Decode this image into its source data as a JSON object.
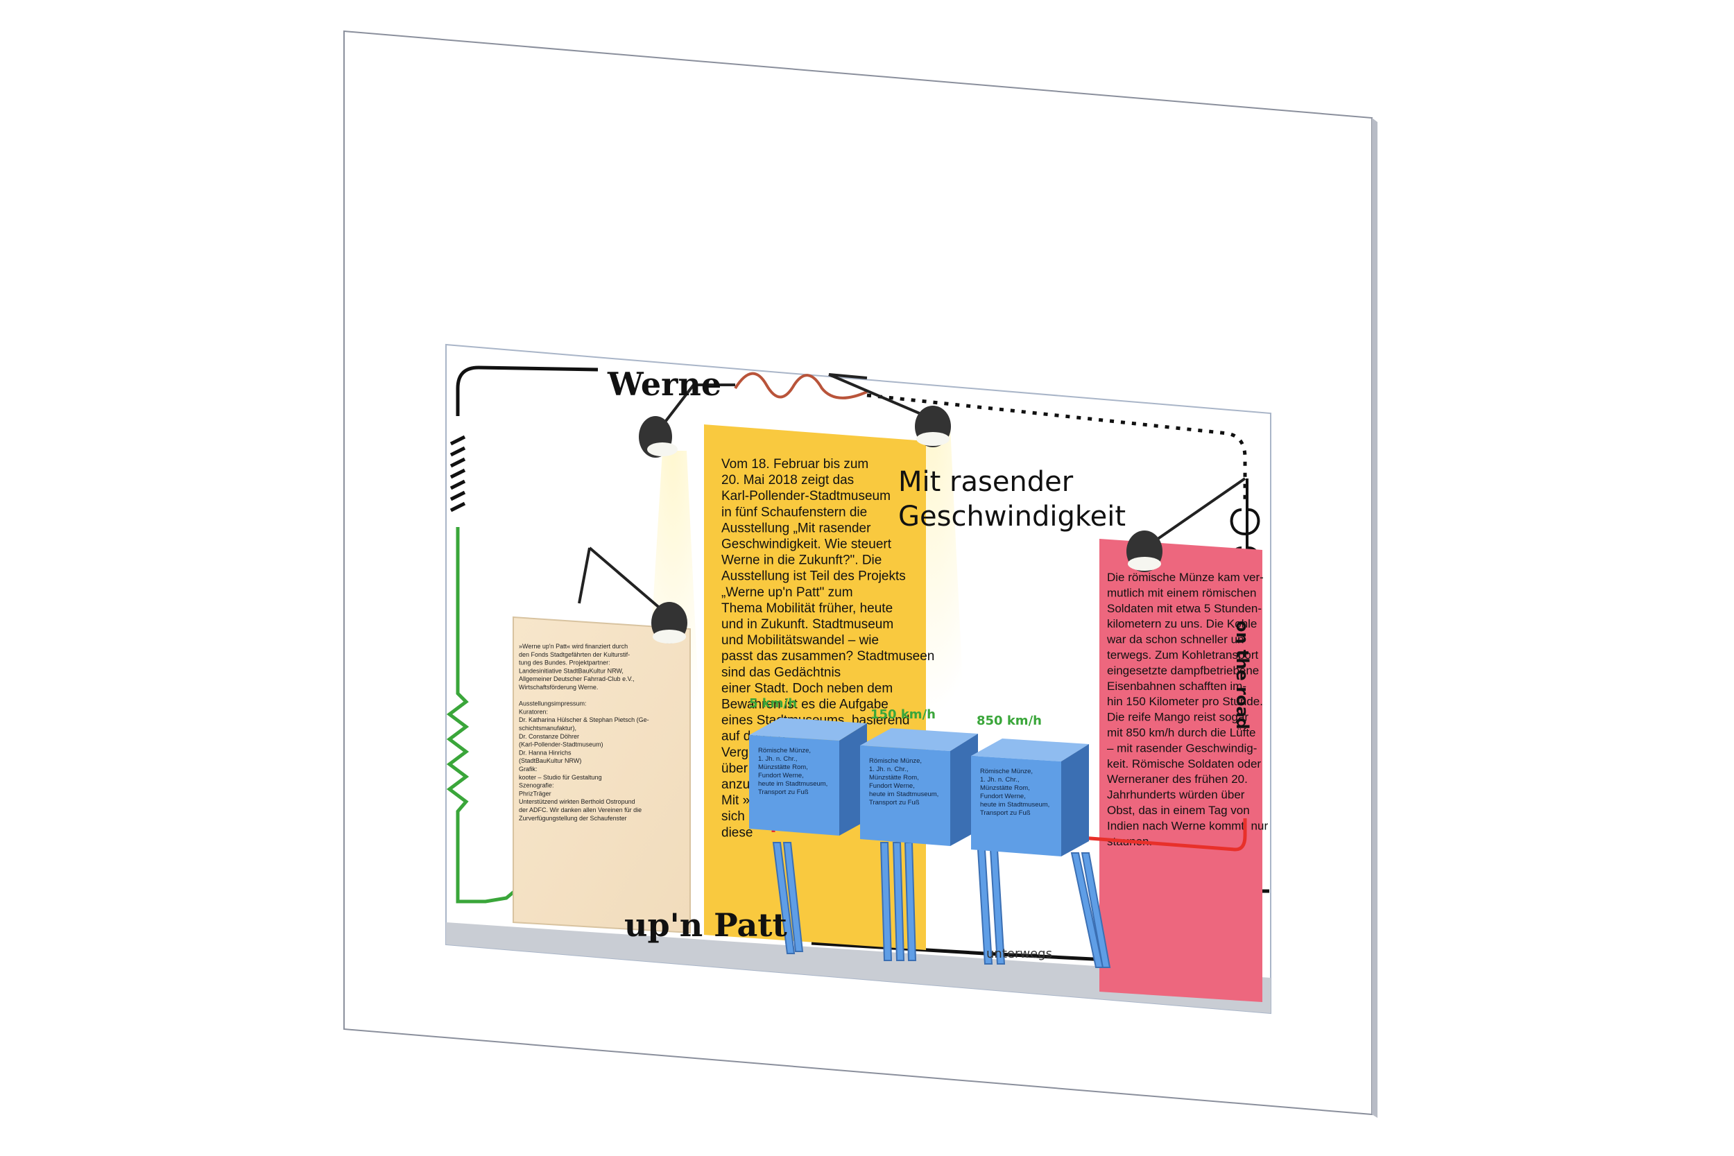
{
  "branding": {
    "werne": "Werne",
    "up_n_patt": "up'n Patt",
    "unterwegs": "unterwegs",
    "on_the_road": "on the road"
  },
  "exhibition_title": [
    "Mit rasender",
    "Geschwindigkeit"
  ],
  "yellow_panel_lines": [
    "Vom 18. Februar bis zum",
    "20. Mai 2018 zeigt das",
    "Karl-Pollender-Stadtmuseum",
    "in fünf Schaufenstern die",
    "Ausstellung „Mit rasender",
    "Geschwindigkeit. Wie steuert",
    "Werne in die Zukunft?\". Die",
    "Ausstellung ist Teil des Projekts",
    "„Werne up'n Patt\" zum",
    "Thema Mobilität früher, heute",
    "und in Zukunft. Stadtmuseum",
    "und Mobilitätswandel – wie",
    "passt das zusammen? Stadtmuseen",
    "sind das Gedächtnis",
    "einer Stadt. Doch neben dem",
    "Bewahren ist es die Aufgabe",
    "eines Stadtmuseums, basierend",
    "auf den Erf",
    "Verga",
    "über",
    "anzu",
    "Mit »",
    "sich",
    "diese"
  ],
  "pink_panel_lines": [
    "Die römische Münze kam ver-",
    "mutlich mit einem römischen",
    "Soldaten mit etwa 5 Stunden-",
    "kilometern zu uns. Die Kohle",
    "war da schon schneller un",
    "terwegs. Zum Kohletransport",
    "eingesetzte dampfbetriebene",
    "Eisenbahnen schafften im-",
    "hin 150 Kilometer pro Stunde.",
    "Die reife Mango reist sogar",
    "mit 850 km/h durch die Lüfte",
    "– mit rasender Geschwindig-",
    "keit. Römische Soldaten oder",
    "Werneraner des frühen 20.",
    "Jahrhunderts würden über",
    "Obst, das in einem Tag von",
    "Indien nach Werne kommt, nur",
    "staunen."
  ],
  "wood_panel_lines": [
    "»Werne up'n Patt« wird finanziert durch",
    "den Fonds Stadtgefährten der Kulturstif-",
    "tung des Bundes. Projektpartner:",
    "Landesinitiative StadtBauKultur NRW,",
    "Allgemeiner Deutscher Fahrrad-Club e.V.,",
    "Wirtschaftsförderung Werne.",
    "",
    "Ausstellungsimpressum:",
    "Kuratoren:",
    "Dr. Katharina Hülscher & Stephan Pietsch (Ge-",
    "schichtsmanufaktur),",
    "Dr. Constanze Döhrer",
    "(Karl-Pollender-Stadtmuseum)",
    "Dr. Hanna Hinrichs",
    "(StadtBauKultur NRW)",
    "Grafik:",
    "kooter – Studio für Gestaltung",
    "Szenografie:",
    "PhrizTräger",
    "Unterstützend wirkten Berthold Ostropund",
    "der ADFC. Wir danken allen Vereinen für die",
    "Zurverfügungstellung der Schaufenster"
  ],
  "speed_labels": [
    "5 km/h",
    "150 km/h",
    "850 km/h"
  ],
  "exhibit_boxes": [
    {
      "lines": [
        "Römische Münze,",
        "1. Jh. n. Chr.,",
        "Münzstätte Rom,",
        "Fundort Werne,",
        "heute im Stadtmuseum,",
        "Transport zu Fuß"
      ]
    },
    {
      "lines": [
        "Römische Münze,",
        "1. Jh. n. Chr.,",
        "Münzstätte Rom,",
        "Fundort Werne,",
        "heute im Stadtmuseum,",
        "Transport zu Fuß"
      ]
    },
    {
      "lines": [
        "Römische Münze,",
        "1. Jh. n. Chr.,",
        "Münzstätte Rom,",
        "Fundort Werne,",
        "heute im Stadtmuseum,",
        "Transport zu Fuß"
      ]
    }
  ],
  "colors": {
    "yellow_panel": "#f9c93f",
    "pink_panel": "#ec5b74",
    "wood_panel": "#f6e4c8",
    "box_front": "#5f9ee6",
    "box_side": "#3b6fb3",
    "speed_green": "#3aa63a",
    "green_line": "#3aa63a",
    "red_line": "#e8302a",
    "brown_line": "#b9543a",
    "ink": "#111111"
  }
}
